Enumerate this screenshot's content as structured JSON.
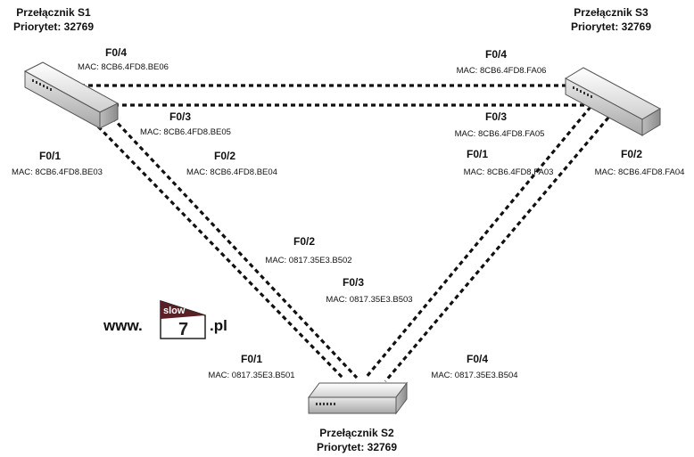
{
  "switches": {
    "s1": {
      "name": "Przełącznik S1",
      "priority": "Priorytet: 32769"
    },
    "s2": {
      "name": "Przełącznik S2",
      "priority": "Priorytet: 32769"
    },
    "s3": {
      "name": "Przełącznik S3",
      "priority": "Priorytet: 32769"
    }
  },
  "ports": {
    "s1_f04": {
      "port": "F0/4",
      "mac": "MAC: 8CB6.4FD8.BE06"
    },
    "s1_f03": {
      "port": "F0/3",
      "mac": "MAC: 8CB6.4FD8.BE05"
    },
    "s1_f01": {
      "port": "F0/1",
      "mac": "MAC: 8CB6.4FD8.BE03"
    },
    "s1_f02": {
      "port": "F0/2",
      "mac": "MAC: 8CB6.4FD8.BE04"
    },
    "s3_f04": {
      "port": "F0/4",
      "mac": "MAC: 8CB6.4FD8.FA06"
    },
    "s3_f03": {
      "port": "F0/3",
      "mac": "MAC: 8CB6.4FD8.FA05"
    },
    "s3_f01": {
      "port": "F0/1",
      "mac": "MAC: 8CB6.4FD8.FA03"
    },
    "s3_f02": {
      "port": "F0/2",
      "mac": "MAC: 8CB6.4FD8.FA04"
    },
    "s2_f02": {
      "port": "F0/2",
      "mac": "MAC: 0817.35E3.B502"
    },
    "s2_f03": {
      "port": "F0/3",
      "mac": "MAC: 0817.35E3.B503"
    },
    "s2_f01": {
      "port": "F0/1",
      "mac": "MAC: 0817.35E3.B501"
    },
    "s2_f04": {
      "port": "F0/4",
      "mac": "MAC: 0817.35E3.B504"
    }
  },
  "watermark": {
    "prefix": "www.",
    "top": "slow",
    "digit": "7",
    "suffix": ".pl"
  },
  "colors": {
    "line": "#111111",
    "switch_light": "#f2f2f2",
    "switch_mid": "#d4d4d4",
    "switch_dark": "#9a9a9a",
    "logo": "#5c1f25"
  }
}
